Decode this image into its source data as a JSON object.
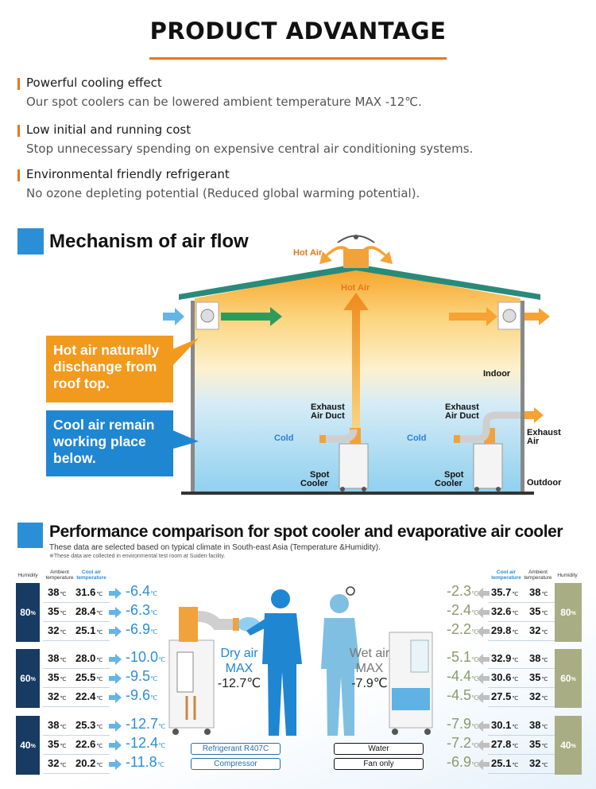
{
  "page_title": "PRODUCT ADVANTAGE",
  "advantages": [
    {
      "heading": "Powerful cooling effect",
      "text": "Our spot coolers can be lowered ambient temperature MAX -12℃."
    },
    {
      "heading": "Low initial and running cost",
      "text": "Stop unnecessary spending on expensive central air conditioning systems."
    },
    {
      "heading": "Environmental friendly refrigerant",
      "text": "No ozone depleting potential (Reduced global warming potential)."
    }
  ],
  "airflow": {
    "title": "Mechanism of air flow",
    "hot_air_roof": "Hot Air",
    "hot_air_center": "Hot Air",
    "callout_hot": "Hot air naturally dischange from roof top.",
    "callout_cool": "Cool air remain working place below.",
    "indoor": "Indoor",
    "outdoor": "Outdoor",
    "exhaust_duct_1": "Exhaust",
    "exhaust_duct_2": "Air Duct",
    "exhaust_air_1": "Exhaust",
    "exhaust_air_2": "Air",
    "cold": "Cold",
    "spot_1": "Spot",
    "spot_2": "Cooler"
  },
  "performance": {
    "title": "Performance comparison for spot cooler and evaporative air cooler",
    "subtitle": "These data are selected based on typical climate in South-east Asia (Temperature &Humidity).",
    "note": "※These data are collected in environmental test room at Suiden facility.",
    "hdr_humidity": "Humidity",
    "hdr_ambient_1": "Ambient",
    "hdr_ambient_2": "temperature",
    "hdr_cool_1": "Cool air",
    "hdr_cool_2": "temperature",
    "unit": "℃",
    "pct": "%",
    "dry_label_1": "Dry air",
    "dry_label_2": "MAX",
    "dry_label_3": "-12.7℃",
    "wet_label_1": "Wet air",
    "wet_label_2": "MAX",
    "wet_label_3": "-7.9℃",
    "legend_left": [
      "Refrigerant R407C",
      "Compressor"
    ],
    "legend_right": [
      "Water",
      "Fan only"
    ],
    "spot_cooler": [
      {
        "humidity": "80",
        "rows": [
          {
            "ambient": "38",
            "cool": "31.6",
            "delta": "-6.4"
          },
          {
            "ambient": "35",
            "cool": "28.4",
            "delta": "-6.3"
          },
          {
            "ambient": "32",
            "cool": "25.1",
            "delta": "-6.9"
          }
        ]
      },
      {
        "humidity": "60",
        "rows": [
          {
            "ambient": "38",
            "cool": "28.0",
            "delta": "-10.0"
          },
          {
            "ambient": "35",
            "cool": "25.5",
            "delta": "-9.5"
          },
          {
            "ambient": "32",
            "cool": "22.4",
            "delta": "-9.6"
          }
        ]
      },
      {
        "humidity": "40",
        "rows": [
          {
            "ambient": "38",
            "cool": "25.3",
            "delta": "-12.7"
          },
          {
            "ambient": "35",
            "cool": "22.6",
            "delta": "-12.4"
          },
          {
            "ambient": "32",
            "cool": "20.2",
            "delta": "-11.8"
          }
        ]
      }
    ],
    "evaporative": [
      {
        "humidity": "80",
        "rows": [
          {
            "ambient": "38",
            "cool": "35.7",
            "delta": "-2.3"
          },
          {
            "ambient": "35",
            "cool": "32.6",
            "delta": "-2.4"
          },
          {
            "ambient": "32",
            "cool": "29.8",
            "delta": "-2.2"
          }
        ]
      },
      {
        "humidity": "60",
        "rows": [
          {
            "ambient": "38",
            "cool": "32.9",
            "delta": "-5.1"
          },
          {
            "ambient": "35",
            "cool": "30.6",
            "delta": "-4.4"
          },
          {
            "ambient": "32",
            "cool": "27.5",
            "delta": "-4.5"
          }
        ]
      },
      {
        "humidity": "40",
        "rows": [
          {
            "ambient": "38",
            "cool": "30.1",
            "delta": "-7.9"
          },
          {
            "ambient": "35",
            "cool": "27.8",
            "delta": "-7.2"
          },
          {
            "ambient": "32",
            "cool": "25.1",
            "delta": "-6.9"
          }
        ]
      }
    ]
  },
  "colors": {
    "accent": "#e8761a",
    "blue": "#2a8fd6",
    "navy": "#173b63",
    "olive": "#a9ad83"
  }
}
